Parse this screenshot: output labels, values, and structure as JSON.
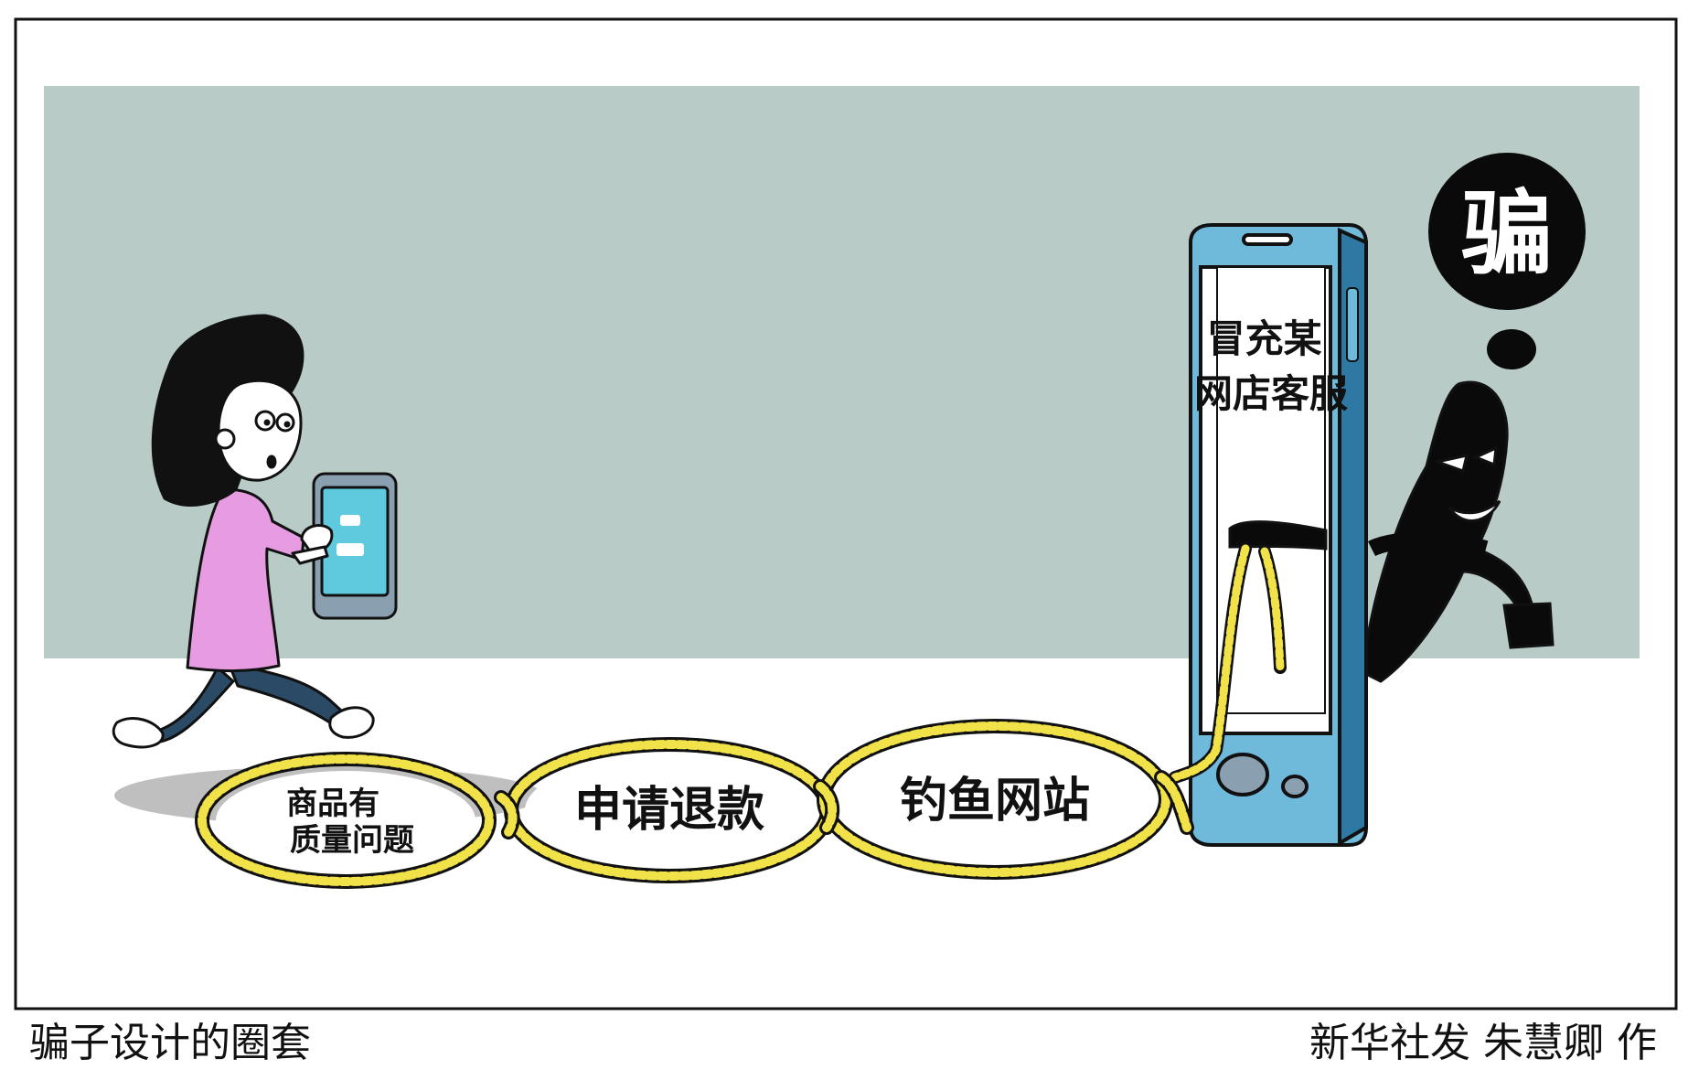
{
  "scam_bubble": "骗",
  "fake_phone_screen": "冒充某\n网店客服",
  "rope_loops": [
    "商品有\n质量问题",
    "申请退款",
    "钓鱼网站"
  ],
  "caption_title": "骗子设计的圈套",
  "caption_credit": "新华社发  朱慧卿  作",
  "colors": {
    "wall": "#b8cbc7",
    "rope": "#f2e24a",
    "phone_body": "#6fb9db",
    "phone_screen_small": "#5fc9dd",
    "shirt": "#e79be1",
    "pants": "#2a4a66",
    "scammer": "#0a0a0a"
  }
}
